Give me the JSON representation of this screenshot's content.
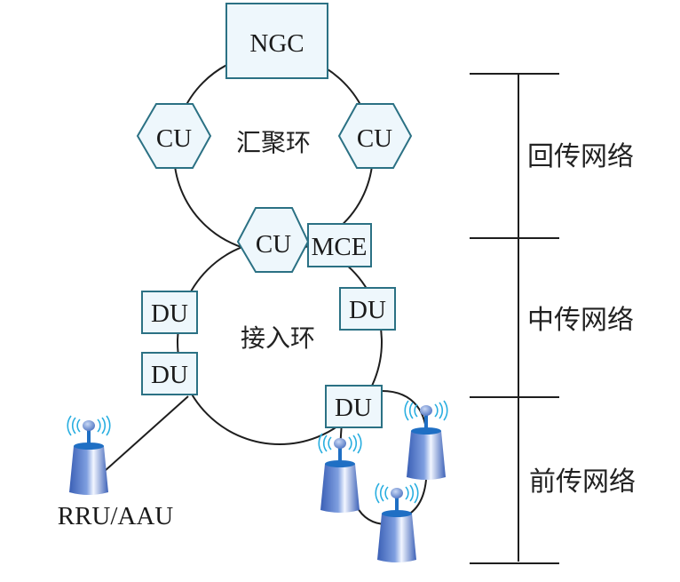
{
  "diagram": {
    "title": "",
    "rings": {
      "aggregation": "汇聚环",
      "access": "接入环"
    },
    "nodes": {
      "ngc": "NGC",
      "cu_left": "CU",
      "cu_right": "CU",
      "cu_access": "CU",
      "mce": "MCE",
      "du_left_top": "DU",
      "du_left_bottom": "DU",
      "du_right": "DU",
      "du_bottom": "DU"
    },
    "rru_label": "RRU/AAU",
    "segments": [
      {
        "label": "回传网络"
      },
      {
        "label": "中传网络"
      },
      {
        "label": "前传网络"
      }
    ],
    "colors": {
      "box_fill": "#eef7fc",
      "box_stroke": "#2b7184",
      "tower_body": "#4a6fc0",
      "signal_wave": "#29aee0"
    }
  }
}
